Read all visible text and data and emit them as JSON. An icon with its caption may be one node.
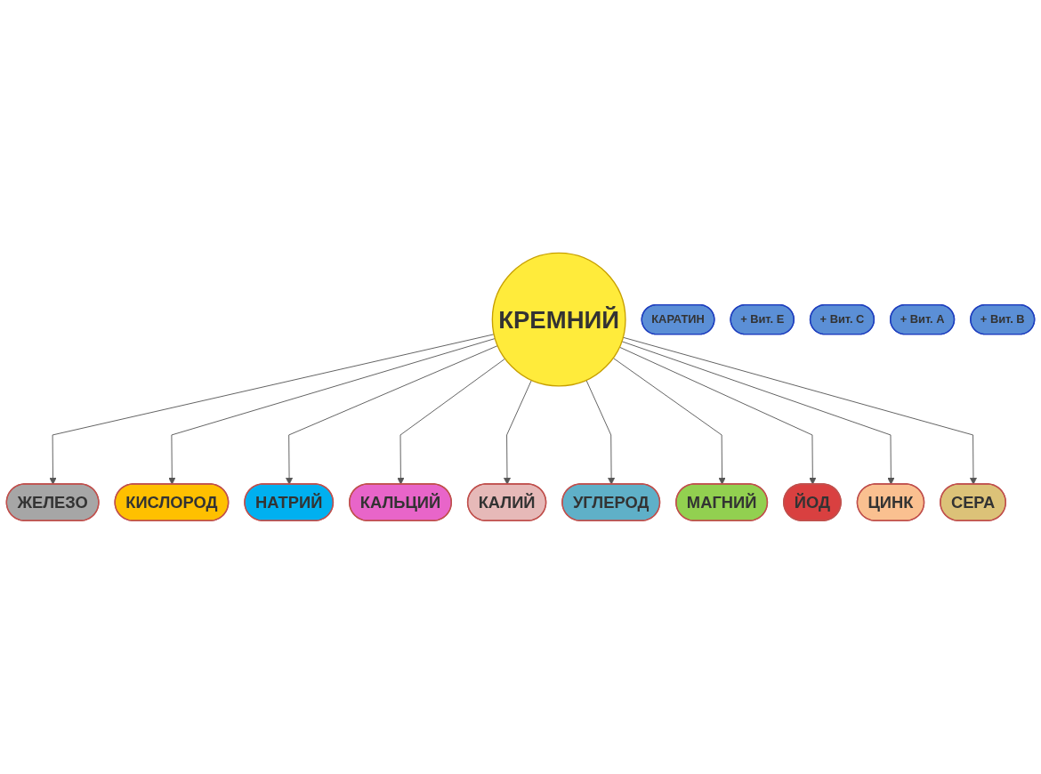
{
  "diagram": {
    "nodes": [
      {
        "text": [
          "КРЕМНИЙ"
        ]
      },
      {
        "text": [
          "ЖЕЛЕЗО"
        ]
      },
      {
        "text": [
          "КИСЛОРОД"
        ]
      },
      {
        "text": [
          "НАТРИЙ"
        ]
      },
      {
        "text": [
          "КАРАТИН"
        ]
      },
      {
        "text": [
          "КАЛЬЦИЙ"
        ]
      },
      {
        "text": [
          "+ Вит. Е"
        ]
      },
      {
        "text": [
          "+ Вит. С"
        ]
      },
      {
        "text": [
          "КАЛИЙ"
        ]
      },
      {
        "text": [
          "+ Вит. А"
        ]
      },
      {
        "text": [
          "УГЛЕРОД"
        ]
      },
      {
        "text": [
          "МАГНИЙ"
        ]
      },
      {
        "text": [
          "+ Вит. В"
        ]
      },
      {
        "text": [
          "ЙОД"
        ]
      },
      {
        "text": [
          "ЦИНК"
        ]
      },
      {
        "text": [
          "СЕРА"
        ]
      }
    ],
    "edges": [
      {
        "from": 0,
        "to": 1,
        "arrow": "to"
      },
      {
        "from": 0,
        "to": 2,
        "arrow": "to"
      },
      {
        "from": 0,
        "to": 3,
        "arrow": "to"
      },
      {
        "from": 0,
        "to": 5,
        "arrow": "to"
      },
      {
        "from": 0,
        "to": 8,
        "arrow": "to"
      },
      {
        "from": 0,
        "to": 10,
        "arrow": "to"
      },
      {
        "from": 0,
        "to": 11,
        "arrow": "to"
      },
      {
        "from": 0,
        "to": 13,
        "arrow": "to"
      },
      {
        "from": 0,
        "to": 14,
        "arrow": "to"
      },
      {
        "from": 0,
        "to": 15,
        "arrow": "to"
      }
    ]
  }
}
